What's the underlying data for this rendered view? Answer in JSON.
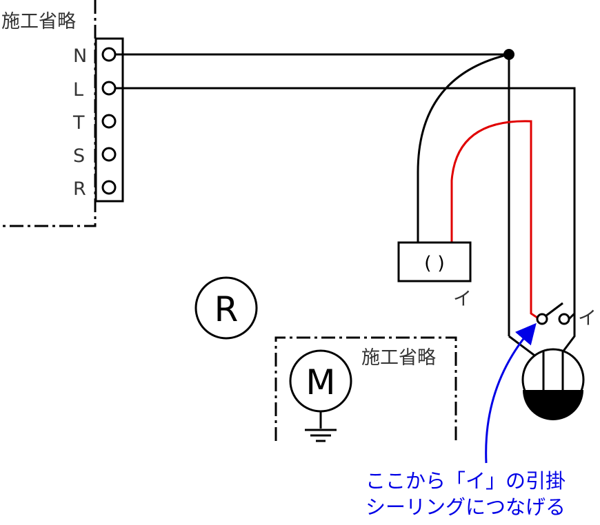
{
  "labels": {
    "omitted_top": "施工省略",
    "omitted_motor": "施工省略",
    "terminal_n": "N",
    "terminal_l": "L",
    "terminal_t": "T",
    "terminal_s": "S",
    "terminal_r": "R",
    "receptacle_text": "(  )",
    "receptacle_tag": "イ",
    "switch_tag": "イ",
    "relay_symbol": "R",
    "motor_symbol": "M"
  },
  "annotation": {
    "line1": "ここから「イ」の引掛",
    "line2": "シーリングにつなげる"
  },
  "colors": {
    "wire": "#000000",
    "wire_red": "#e00000",
    "note_blue": "#0000e6",
    "label_gray": "#333333"
  }
}
